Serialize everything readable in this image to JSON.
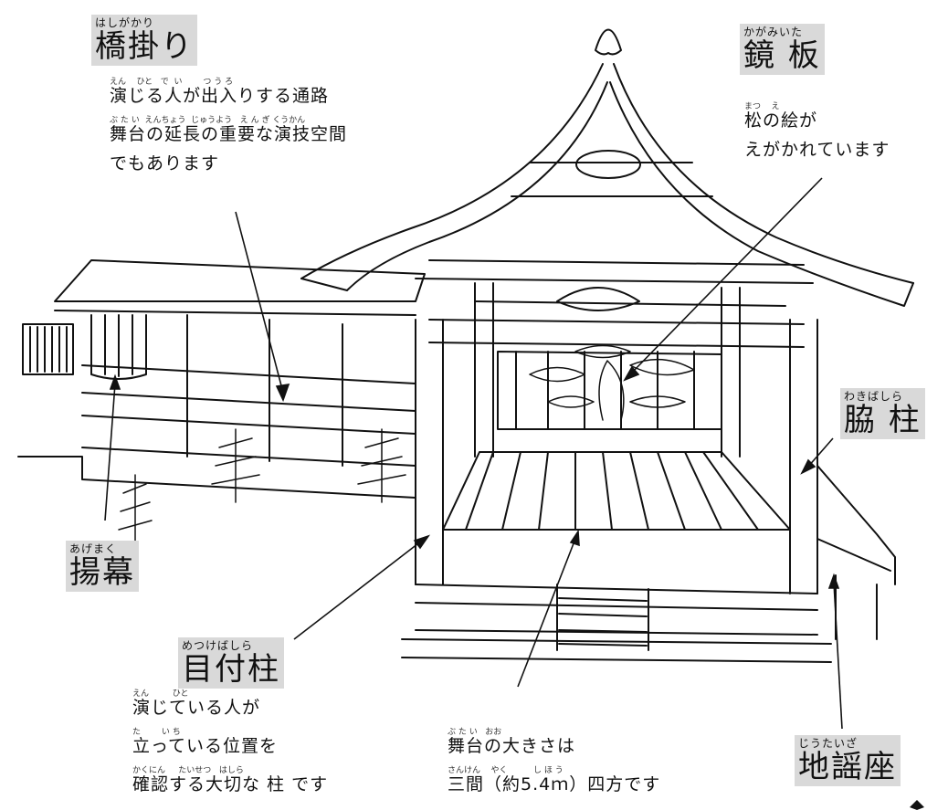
{
  "labels": {
    "hashigakari": {
      "ruby": "はしがかり",
      "main": "橋掛り"
    },
    "kagamiita": {
      "ruby": "かがみいた",
      "main": "鏡 板"
    },
    "wakibashira": {
      "ruby": "わきばしら",
      "main": "脇 柱"
    },
    "agemaku": {
      "ruby": "あげまく",
      "main": "揚幕"
    },
    "metsukebashira": {
      "ruby": "めつけばしら",
      "main": "目付柱"
    },
    "jiutaiza": {
      "ruby": "じうたいざ",
      "main": "地謡座"
    }
  },
  "descriptions": {
    "hashigakari": [
      {
        "ruby": "えん    ひと   で  い        つ う ろ",
        "text": "演じる人が出入りする通路"
      },
      {
        "ruby": "ぶ た い  えんちょう  じゅうよう   え ん ぎ くうかん",
        "text": "舞台の延長の重要な演技空間"
      },
      {
        "ruby": "",
        "text": "でもあります"
      }
    ],
    "kagamiita": [
      {
        "ruby": "まつ    え",
        "text": "松の絵が"
      },
      {
        "ruby": "",
        "text": "えがかれています"
      }
    ],
    "metsukebashira": [
      {
        "ruby": "えん         ひと",
        "text": "演じている人が"
      },
      {
        "ruby": "た        い ち",
        "text": "立っている位置を"
      },
      {
        "ruby": "かくにん     たいせつ   はしら",
        "text": "確認する大切な 柱 です"
      }
    ],
    "stage": [
      {
        "ruby": "ぶ た い   おお",
        "text": "舞台の大きさは"
      },
      {
        "ruby": "さんけん    やく          し ほ う",
        "text": "三間（約5.4ｍ）四方です"
      }
    ]
  }
}
